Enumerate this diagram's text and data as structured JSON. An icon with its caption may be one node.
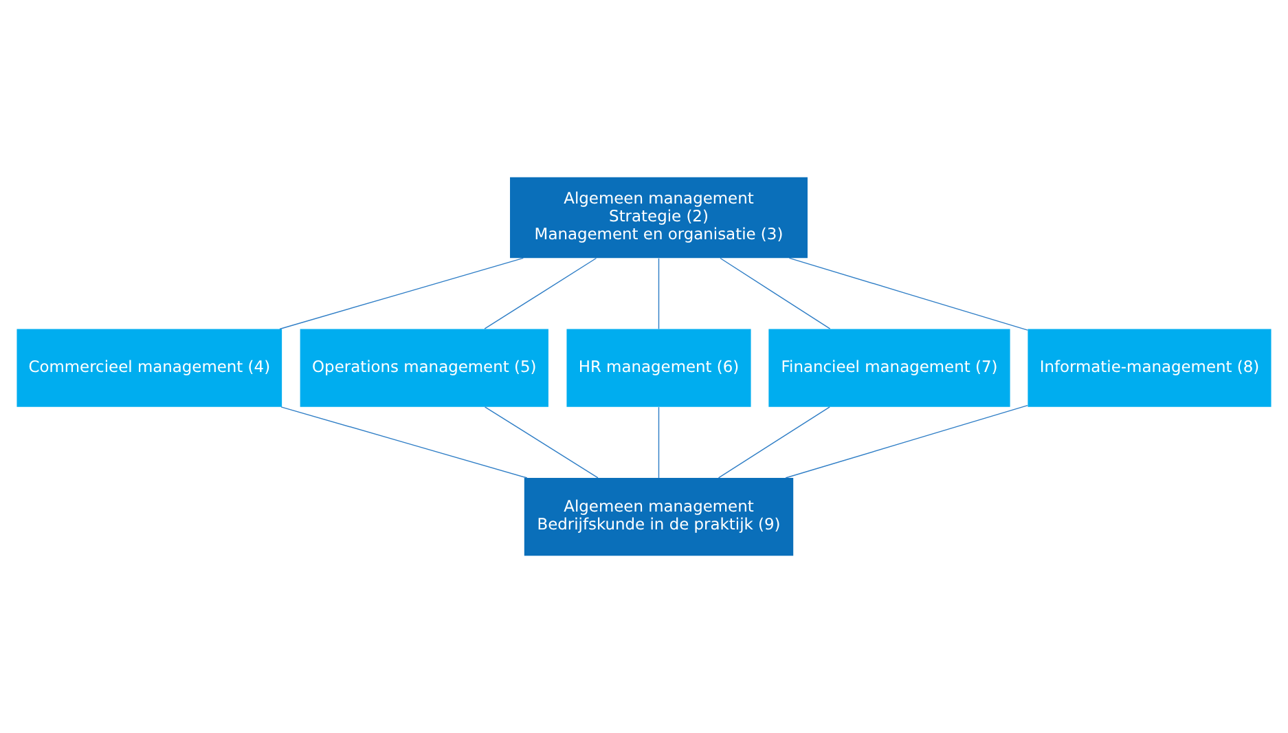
{
  "diagram": {
    "nodes": [
      {
        "text": [
          "Algemeen management",
          "Strategie (2)",
          "Management en organisatie (3)"
        ]
      },
      {
        "text": [
          "Commercieel management (4)"
        ]
      },
      {
        "text": [
          "Operations management (5)"
        ]
      },
      {
        "text": [
          "HR management (6)"
        ]
      },
      {
        "text": [
          "Financieel management (7)"
        ]
      },
      {
        "text": [
          "Informatie-management (8)"
        ]
      },
      {
        "text": [
          "Algemeen management",
          "Bedrijfskunde in de praktijk (9)"
        ]
      }
    ],
    "edges": [
      {
        "from": 0,
        "to": 1,
        "arrow": "none"
      },
      {
        "from": 0,
        "to": 2,
        "arrow": "none"
      },
      {
        "from": 0,
        "to": 3,
        "arrow": "none"
      },
      {
        "from": 0,
        "to": 4,
        "arrow": "none"
      },
      {
        "from": 0,
        "to": 5,
        "arrow": "none"
      },
      {
        "from": 1,
        "to": 6,
        "arrow": "none"
      },
      {
        "from": 2,
        "to": 6,
        "arrow": "none"
      },
      {
        "from": 3,
        "to": 6,
        "arrow": "none"
      },
      {
        "from": 4,
        "to": 6,
        "arrow": "none"
      },
      {
        "from": 5,
        "to": 6,
        "arrow": "none"
      }
    ]
  }
}
